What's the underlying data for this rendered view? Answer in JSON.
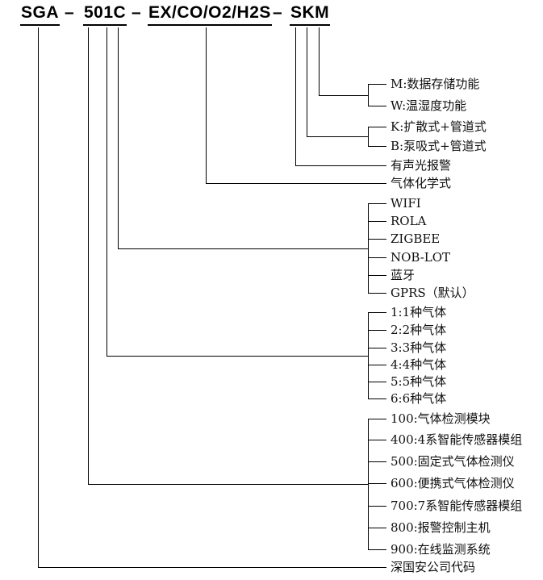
{
  "colors": {
    "background": "#ffffff",
    "line": "#000000",
    "text": "#000000"
  },
  "title": {
    "full_code": "SGA – 501C – EX/CO/O2/H2S – SKM",
    "separator": "–",
    "code_segments": [
      {
        "text": "SGA"
      },
      {
        "text": "501C"
      },
      {
        "text": "EX/CO/O2/H2S"
      },
      {
        "text": "SKM"
      }
    ]
  },
  "groups": [
    {
      "key": "function-options",
      "source": "M",
      "items": [
        "M:数据存储功能",
        "W:温湿度功能"
      ]
    },
    {
      "key": "sampling-options",
      "source": "K",
      "items": [
        "K:扩散式+管道式",
        "B:泵吸式+管道式"
      ]
    },
    {
      "key": "alarm",
      "source": "S",
      "items": [
        "有声光报警"
      ]
    },
    {
      "key": "gas-formula",
      "source": "EX/CO/O2/H2S",
      "items": [
        "气体化学式"
      ]
    },
    {
      "key": "communication-options",
      "source": "C",
      "items": [
        "WIFI",
        "ROLA",
        "ZIGBEE",
        "NOB-LOT",
        "蓝牙",
        "GPRS（默认）"
      ]
    },
    {
      "key": "gas-count-options",
      "source": "1",
      "items": [
        "1:1种气体",
        "2:2种气体",
        "3:3种气体",
        "4:4种气体",
        "5:5种气体",
        "6:6种气体"
      ]
    },
    {
      "key": "series-options",
      "source": "5",
      "items": [
        "100:气体检测模块",
        "400:4系智能传感器模组",
        "500:固定式气体检测仪",
        "600:便携式气体检测仪",
        "700:7系智能传感器模组",
        "800:报警控制主机",
        "900:在线监测系统"
      ]
    },
    {
      "key": "company-code",
      "source": "SGA",
      "items": [
        "深国安公司代码"
      ]
    }
  ]
}
